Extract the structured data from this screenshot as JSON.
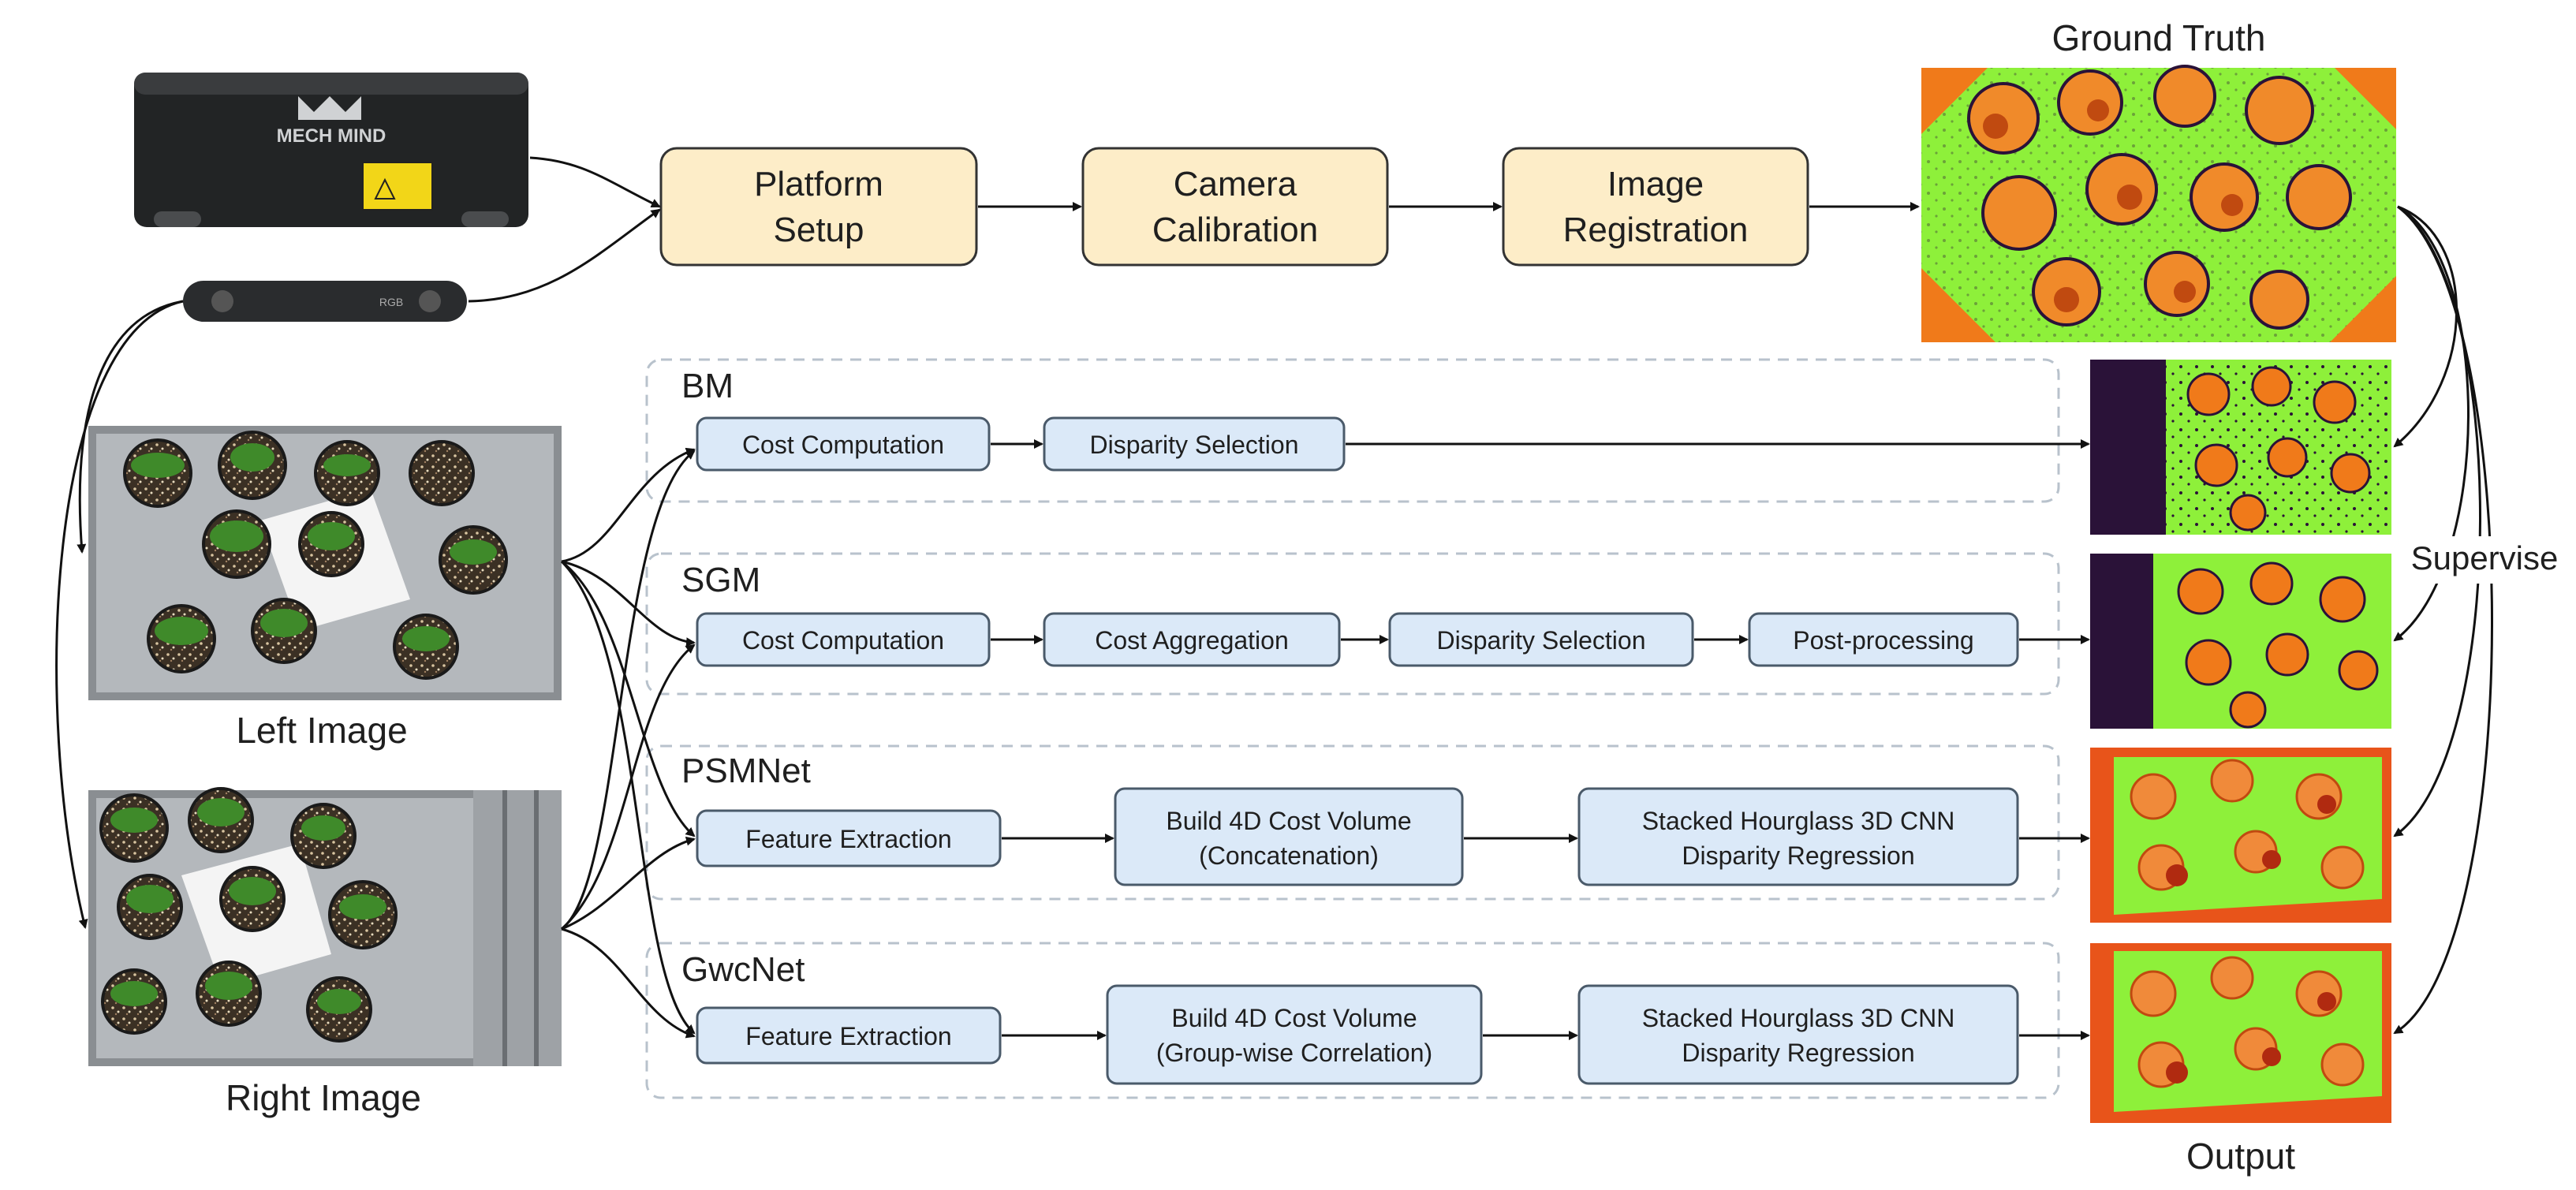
{
  "camera": {
    "brand": "MECH MIND",
    "small_badge": "RGB"
  },
  "top_pipeline": [
    {
      "line1": "Platform",
      "line2": "Setup"
    },
    {
      "line1": "Camera",
      "line2": "Calibration"
    },
    {
      "line1": "Image",
      "line2": "Registration"
    }
  ],
  "labels": {
    "ground_truth": "Ground Truth",
    "left_image": "Left Image",
    "right_image": "Right Image",
    "output": "Output",
    "supervise": "Supervise"
  },
  "methods": {
    "bm": {
      "name": "BM",
      "steps": [
        "Cost Computation",
        "Disparity Selection"
      ]
    },
    "sgm": {
      "name": "SGM",
      "steps": [
        "Cost Computation",
        "Cost Aggregation",
        "Disparity Selection",
        "Post-processing"
      ]
    },
    "psmnet": {
      "name": "PSMNet",
      "steps": [
        {
          "line1": "Feature Extraction",
          "line2": ""
        },
        {
          "line1": "Build 4D Cost Volume",
          "line2": "(Concatenation)"
        },
        {
          "line1": "Stacked Hourglass 3D CNN",
          "line2": "Disparity Regression"
        }
      ]
    },
    "gwcnet": {
      "name": "GwcNet",
      "steps": [
        {
          "line1": "Feature Extraction",
          "line2": ""
        },
        {
          "line1": "Build 4D Cost Volume",
          "line2": "(Group-wise Correlation)"
        },
        {
          "line1": "Stacked Hourglass 3D CNN",
          "line2": "Disparity Regression"
        }
      ]
    }
  },
  "colors": {
    "top_box_fill": "#fdedc8",
    "step_box_fill": "#dbe9f8",
    "step_box_stroke": "#4a5a6a",
    "group_border": "#b8c2cc",
    "disparity_green": "#8ef03a",
    "disparity_orange": "#f07a1a",
    "disparity_dark": "#2a1238"
  }
}
